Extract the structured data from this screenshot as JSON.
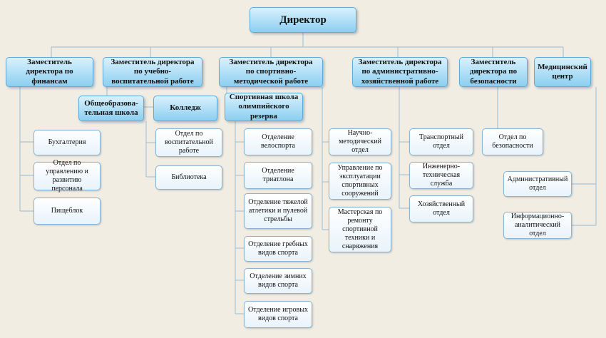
{
  "director": "Директор",
  "deputies": {
    "finance": "Заместитель\nдиректора по\nфинансам",
    "education": "Заместитель директора\nпо учебно-\nвоспитательной работе",
    "sport": "Заместитель директора\nпо спортивно-\nметодической работе",
    "admin": "Заместитель директора\nпо административно-\nхозяйственной работе",
    "security": "Заместитель\nдиректора по\nбезопасности",
    "medical": "Медицинский\nцентр"
  },
  "education_units": {
    "school": "Общеобразова-\nтельная школа",
    "college": "Колледж",
    "upbringing_dept": "Отдел по\nвоспитательной\nработе",
    "library": "Библиотека"
  },
  "finance_units": {
    "accounting": "Бухгалтерия",
    "personnel": "Отдел по\nуправлению и\nразвитию персонала",
    "canteen": "Пищеблок"
  },
  "sport_units": {
    "olympic_school": "Спортивная школа\nолимпийского\nрезерва",
    "cycling": "Отделение\nвелоспорта",
    "triathlon": "Отделение\nтриатлона",
    "athletics": "Отделение тяжелой\nатлетики и пулевой\nстрельбы",
    "rowing": "Отделение гребных\nвидов спорта",
    "winter": "Отделение зимних\nвидов спорта",
    "games": "Отделение игровых\nвидов спорта",
    "methodical": "Научно-\nметодический\nотдел",
    "facilities": "Управление по\nэксплуатации\nспортивных\nсооружений",
    "workshop": "Мастерская по\nремонту\nспортивной\nтехники и\nснаряжения"
  },
  "admin_units": {
    "transport": "Транспортный\nотдел",
    "engineering": "Инженерно-\nтехническая\nслужба",
    "household": "Хозяйственный\nотдел"
  },
  "security_units": {
    "security_dept": "Отдел по\nбезопасности"
  },
  "medical_units": {
    "administrative": "Административный\nотдел",
    "info_analytics": "Информационно-\nаналитический\nотдел"
  }
}
